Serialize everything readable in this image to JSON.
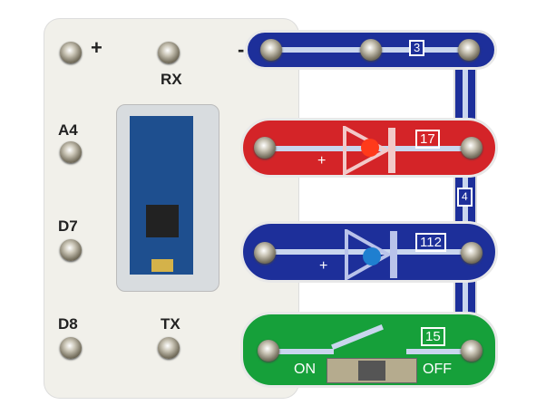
{
  "board": {
    "labels": {
      "plus": "+",
      "rx": "RX",
      "minus": "-",
      "a4": "A4",
      "d7": "D7",
      "d8": "D8",
      "tx": "TX"
    }
  },
  "pieces": {
    "wire_top": {
      "number": "3"
    },
    "wire_side": {
      "number": "4"
    },
    "red_led": {
      "number": "17",
      "polarity": "+",
      "color": "#d42428"
    },
    "blue_led": {
      "number": "112",
      "polarity": "+",
      "color": "#1d2f9a"
    },
    "switch": {
      "number": "15",
      "on": "ON",
      "off": "OFF",
      "color": "#16a03a"
    }
  }
}
